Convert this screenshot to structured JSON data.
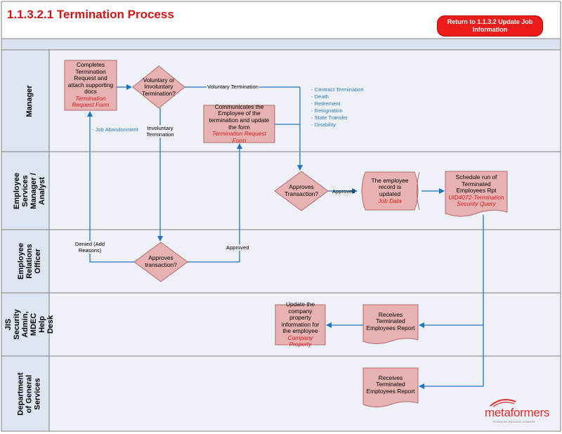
{
  "header": {
    "title": "1.1.3.2.1 Termination Process",
    "return_button": "Return to 1.1.3.2 Update Job Information"
  },
  "lanes": [
    "Manager",
    "Employee Services Manager / Analyst",
    "Employee Relations Officer",
    "JIS Security Admin, MDEC Help Desk",
    "Department of General Services"
  ],
  "nodes": {
    "completes": {
      "text": "Completes Termination Request and attach supporting docs",
      "ref": "Termination Request Form"
    },
    "vol_decision": {
      "text": "Voluntary or Involuntary Termination?"
    },
    "communicates": {
      "text": "Communicates the Employee of the termination and update the form",
      "ref": "Termination Request Form"
    },
    "esm_approves": {
      "text": "Approves Transaction?"
    },
    "emp_record": {
      "text": "The employee record is updated",
      "ref": "Job Data"
    },
    "schedule_rpt": {
      "text": "Schedule run of Terminated Employees Rpt",
      "ref": "UID4072-Termination Security Query"
    },
    "ero_approves": {
      "text": "Approves transaction?"
    },
    "jis_receives": {
      "text": "Receives Terminated Employees Report"
    },
    "update_property": {
      "text": "Update the company property information for the employee",
      "ref": "Company Property"
    },
    "dgs_receives": {
      "text": "Receives Terminated Employees Report"
    }
  },
  "edge_labels": {
    "voluntary": "Voluntary Termination",
    "involuntary": "Involuntary Termination",
    "job_abandonment": "- Job Abandonment",
    "approved_esm": "Approved",
    "denied": "Denied (Add Reasons)",
    "approved_ero": "Approved"
  },
  "voluntary_reasons": [
    "- Contract Termination",
    "- Death",
    "- Retirement",
    "- Resignation",
    "- State Transfer",
    "- Disability"
  ],
  "logo": {
    "text": "metaformers",
    "tagline": "Enterprise Business Solutions"
  },
  "colors": {
    "shape_fill": "#e8b2b2",
    "shape_stroke": "#b06b6b",
    "accent_red": "#e01919",
    "arrow_blue": "#1e73c4",
    "lane_bg": "#eef1f8"
  }
}
